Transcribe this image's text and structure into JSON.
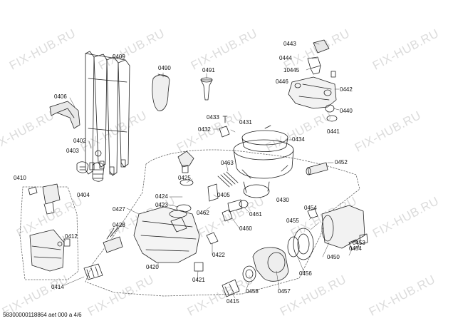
{
  "watermark": "FIX-HUB.RU",
  "footer": "58300000118864 aet 000 a 4/6",
  "part_labels": {
    "p0443": "0443",
    "p0444": "0444",
    "p10445": "10445",
    "p0446": "0446",
    "p0442": "0442",
    "p0440": "0440",
    "p0441": "0441",
    "p0409": "0409",
    "p0490": "0490",
    "p0491": "0491",
    "p0406": "0406",
    "p0433": "0433",
    "p0431": "0431",
    "p0432": "0432",
    "p0434": "0434",
    "p0402": "0402",
    "p0403": "0403",
    "p0463": "0463",
    "p0452": "0452",
    "p0425": "0425",
    "p0410": "0410",
    "p0424": "0424",
    "p0405": "0405",
    "p0430": "0430",
    "p0404": "0404",
    "p0423": "0423",
    "p0427": "0427",
    "p0462": "0462",
    "p0461": "0461",
    "p0454a": "0454",
    "p0428": "0428",
    "p0455": "0455",
    "p0460": "0460",
    "p0412": "0412",
    "p0453": "0453",
    "p0422": "0422",
    "p0454b": "0454",
    "p0450": "0450",
    "p0420": "0420",
    "p0456": "0456",
    "p0421": "0421",
    "p0414": "0414",
    "p0458": "0458",
    "p0457": "0457",
    "p0415": "0415"
  }
}
